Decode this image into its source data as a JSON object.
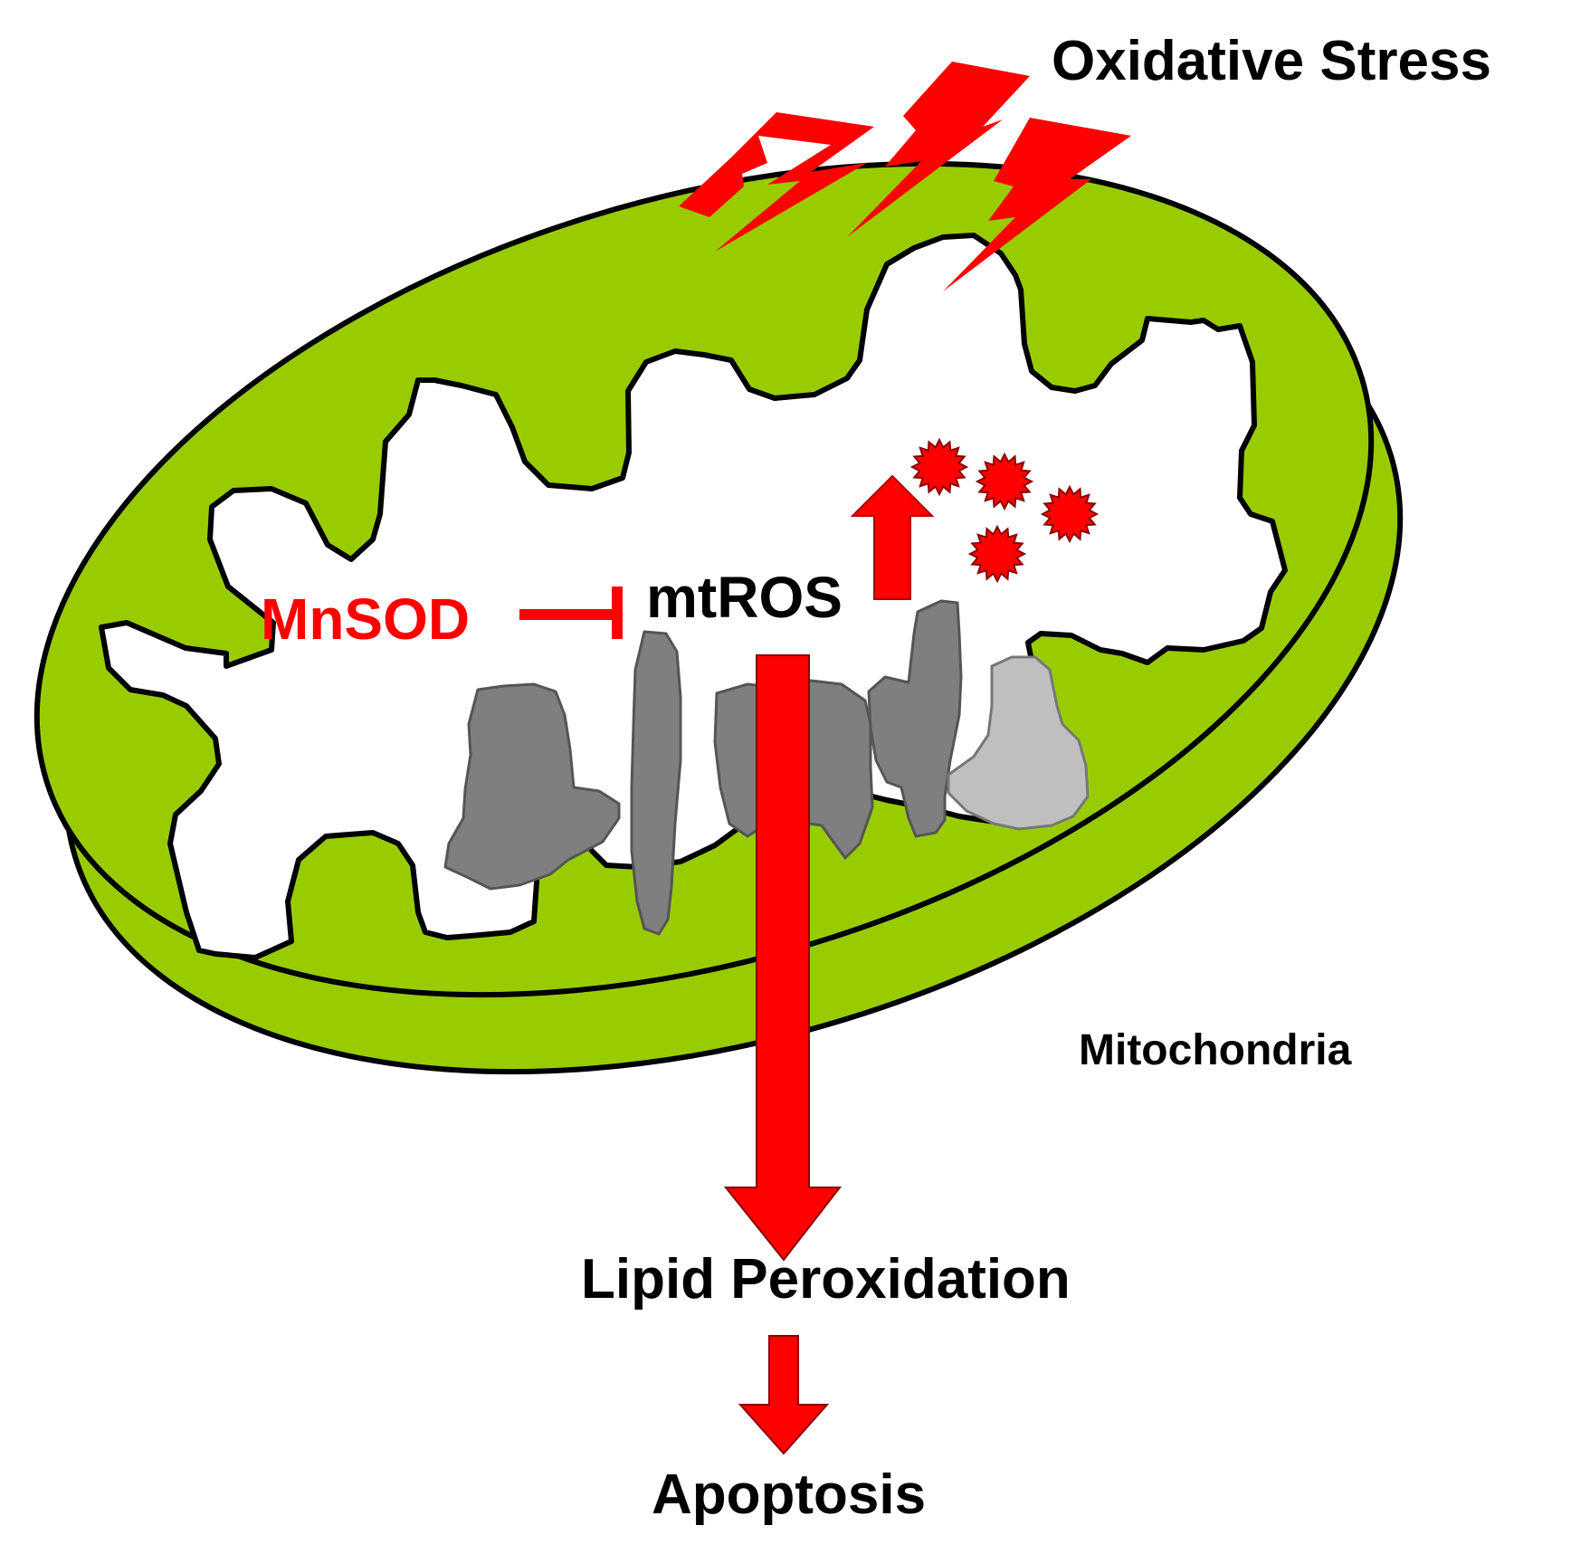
{
  "labels": {
    "oxidative_stress": "Oxidative Stress",
    "mnsod": "MnSOD",
    "mtros": "mtROS",
    "mitochondria": "Mitochondria",
    "lipid_peroxidation": "Lipid Peroxidation",
    "apoptosis": "Apoptosis"
  },
  "colors": {
    "membrane_green": "#99CC00",
    "stress_red": "#FF0000",
    "complex_dark": "#7F7F7F",
    "complex_light": "#BFBFBF",
    "outline": "#000000",
    "text": "#000000",
    "inhibitor_red": "#FF0000"
  },
  "icons": {
    "lightning": "lightning-bolt-icon",
    "ros": "ros-starburst-icon"
  }
}
